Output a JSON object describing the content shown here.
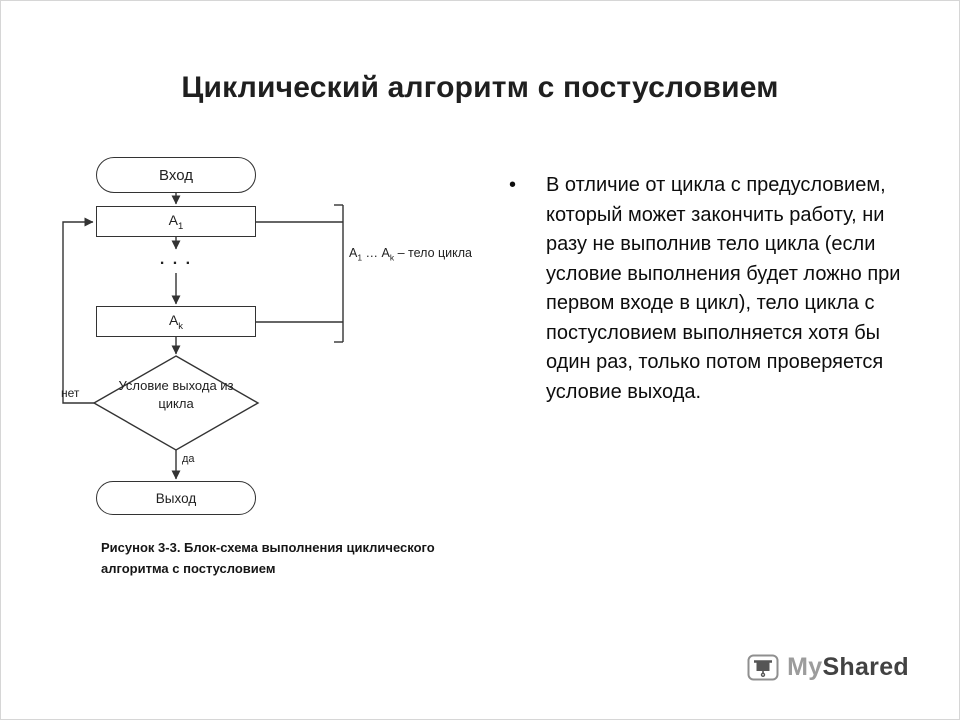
{
  "title": "Циклический алгоритм с постусловием",
  "flowchart": {
    "entry_label": "Вход",
    "block_first": {
      "base": "А",
      "sub": "1"
    },
    "ellipsis": ". . .",
    "block_last": {
      "base": "А",
      "sub": "k"
    },
    "condition_label": "Условие выхода из цикла",
    "no_label": "нет",
    "yes_label": "да",
    "exit_label": "Выход",
    "body_label": {
      "p1": "А",
      "s1": "1",
      "p2": " … А",
      "s2": "k",
      "p3": " – тело цикла"
    },
    "caption": "Рисунок 3-3. Блок-схема выполнения циклического алгоритма с постусловием"
  },
  "note": {
    "marker": "•",
    "text": "В отличие от цикла с предусловием, который может закончить работу, ни разу не выполнив тело цикла (если условие выполнения будет ложно при первом входе в цикл), тело цикла с постусловием выполняется хотя бы один раз, только потом проверяется условие выхода."
  },
  "logo": {
    "prefix": "My",
    "suffix": "Shared"
  },
  "colors": {
    "diagram_stroke": "#333333",
    "title_text": "#1f1f1f",
    "logo_prefix": "#9c9c9c",
    "logo_suffix": "#424242"
  }
}
